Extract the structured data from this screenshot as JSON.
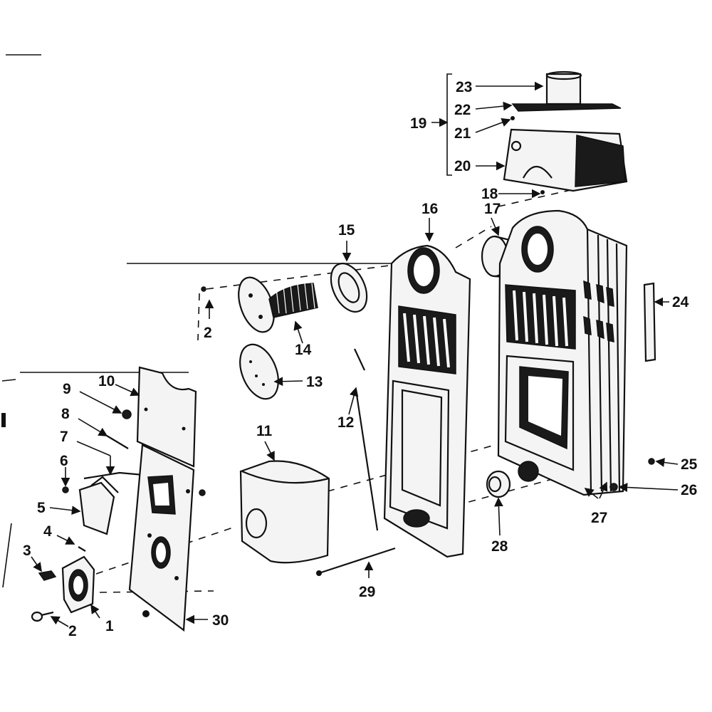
{
  "diagram": {
    "callouts": [
      "1",
      "2",
      "3",
      "4",
      "5",
      "6",
      "7",
      "8",
      "9",
      "10",
      "11",
      "12",
      "13",
      "14",
      "15",
      "16",
      "17",
      "18",
      "19",
      "20",
      "21",
      "22",
      "23",
      "24",
      "25",
      "26",
      "27",
      "28",
      "29",
      "30"
    ],
    "repeat_callouts": {
      "screw_2": "2"
    }
  }
}
